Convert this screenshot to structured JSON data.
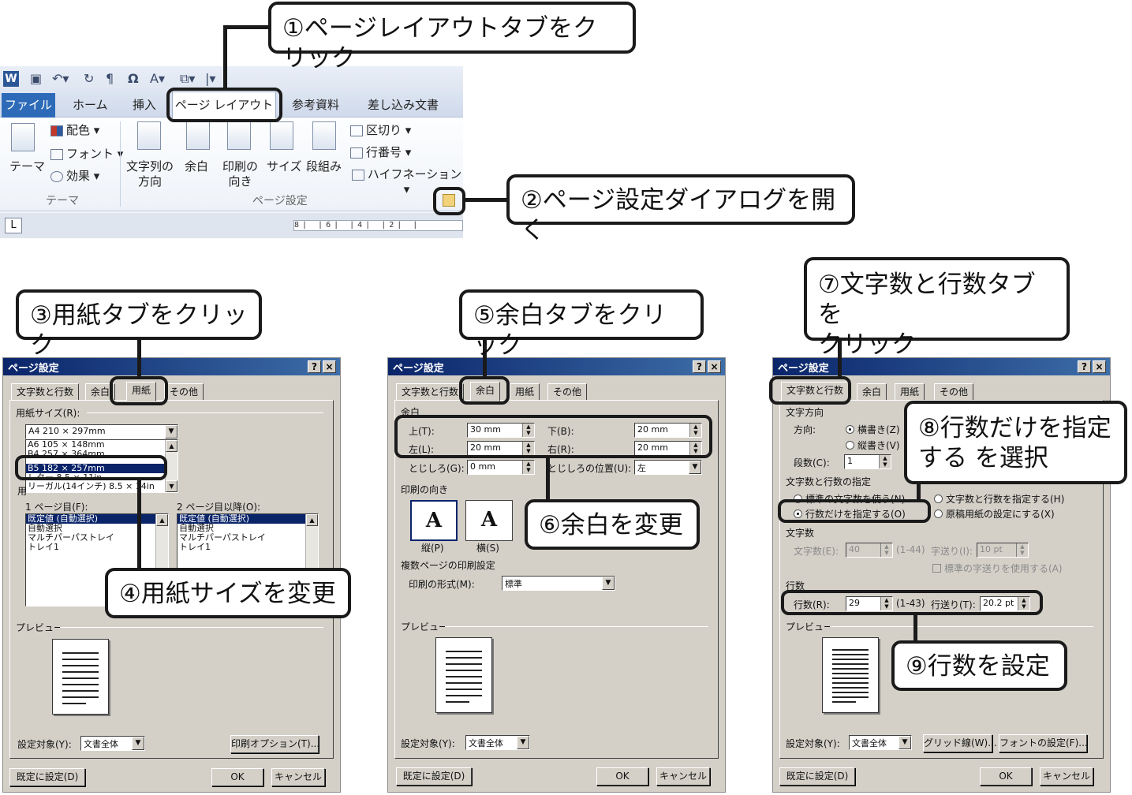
{
  "callouts": {
    "c1": "①ページレイアウトタブをクリック",
    "c2": "②ページ設定ダイアログを開く",
    "c3": "③用紙タブをクリック",
    "c4": "④用紙サイズを変更",
    "c5": "⑤余白タブをクリック",
    "c6": "⑥余白を変更",
    "c7": "⑦文字数と行数タブを\nクリック",
    "c8": "⑧行数だけを指定\nする を選択",
    "c9": "⑨行数を設定"
  },
  "ribbon": {
    "app_icon": "W",
    "qat_icons": [
      "save-icon",
      "undo-icon",
      "redo-icon",
      "pilcrow-icon",
      "omega-icon",
      "text-effect-icon",
      "copy-icon",
      "dropdown-icon"
    ],
    "tabs": [
      "ファイル",
      "ホーム",
      "挿入",
      "ページ レイアウト",
      "参考資料",
      "差し込み文書"
    ],
    "theme_group": {
      "theme_label": "テーマ",
      "colors": "配色",
      "fonts": "フォント",
      "effects": "効果",
      "group_label": "テーマ"
    },
    "page_setup_group": {
      "text_direction": "文字列の\n方向",
      "margins": "余白",
      "orientation": "印刷の\n向き",
      "size": "サイズ",
      "columns": "段組み",
      "breaks": "区切り",
      "line_numbers": "行番号",
      "hyphenation": "ハイフネーション",
      "group_label": "ページ設定"
    },
    "ruler_tab": "L",
    "ruler_marks": "8| |6| |4| |2| |"
  },
  "dialog_common": {
    "title": "ページ設定",
    "help": "?",
    "close": "×",
    "tabs": [
      "文字数と行数",
      "余白",
      "用紙",
      "その他"
    ],
    "preview_label": "プレビュー",
    "apply_to_label": "設定対象(Y):",
    "apply_to_value": "文書全体",
    "default_button": "既定に設定(D)",
    "ok_button": "OK",
    "cancel_button": "キャンセル"
  },
  "paper_dialog": {
    "paper_size_label": "用紙サイズ(R):",
    "paper_size_value": "A4 210 × 297mm",
    "paper_list": [
      "A6 105 × 148mm",
      "B4 257 × 364mm",
      "B5 182 × 257mm",
      "レター 8.5 × 11in",
      "リーガル(14インチ) 8.5 × 14in"
    ],
    "paper_list_selected": 2,
    "width_label": "用",
    "first_page_label": "1 ページ目(F):",
    "other_pages_label": "2 ページ目以降(O):",
    "trays": [
      "既定値 (自動選択)",
      "自動選択",
      "マルチパーパストレイ",
      "トレイ1"
    ],
    "print_options_button": "印刷オプション(T)..."
  },
  "margins_dialog": {
    "margins_section": "余白",
    "top_label": "上(T):",
    "top_value": "30 mm",
    "bottom_label": "下(B):",
    "bottom_value": "20 mm",
    "left_label": "左(L):",
    "left_value": "20 mm",
    "right_label": "右(R):",
    "right_value": "20 mm",
    "gutter_label": "とじしろ(G):",
    "gutter_value": "0 mm",
    "gutter_pos_label": "とじしろの位置(U):",
    "gutter_pos_value": "左",
    "orientation_section": "印刷の向き",
    "portrait_label": "縦(P)",
    "landscape_label": "横(S)",
    "orientation_glyph": "A",
    "multi_page_section": "複数ページの印刷設定",
    "print_format_label": "印刷の形式(M):",
    "print_format_value": "標準"
  },
  "grid_dialog": {
    "direction_section": "文字方向",
    "direction_label": "方向:",
    "horizontal": "横書き(Z)",
    "vertical": "縦書き(V)",
    "columns_label": "段数(C):",
    "columns_value": "1",
    "grid_section": "文字数と行数の指定",
    "opt_standard": "標準の文字数を使う(N)",
    "opt_lines_only": "行数だけを指定する(O)",
    "opt_chars_lines": "文字数と行数を指定する(H)",
    "opt_manuscript": "原稿用紙の設定にする(X)",
    "chars_section": "文字数",
    "chars_label": "文字数(E):",
    "chars_value": "40",
    "chars_range": "(1-44)",
    "char_pitch_label": "字送り(I):",
    "char_pitch_value": "10 pt",
    "use_default_pitch": "標準の字送りを使用する(A)",
    "lines_section": "行数",
    "lines_label": "行数(R):",
    "lines_value": "29",
    "lines_range": "(1-43)",
    "line_pitch_label": "行送り(T):",
    "line_pitch_value": "20.2 pt",
    "grid_button": "グリッド線(W)...",
    "font_button": "フォントの設定(F)..."
  }
}
